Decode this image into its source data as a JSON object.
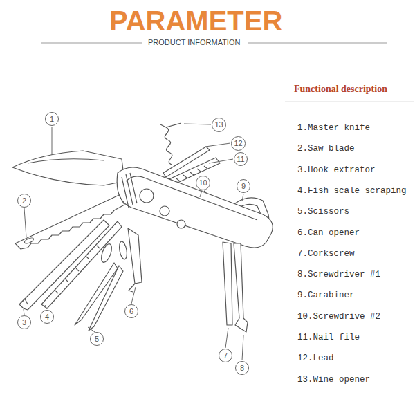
{
  "diagram": {
    "title": "PARAMETER",
    "nodes": [
      {
        "text": [
          "1"
        ]
      },
      {
        "text": [
          "2"
        ]
      },
      {
        "text": [
          "3"
        ]
      },
      {
        "text": [
          "4"
        ]
      },
      {
        "text": [
          "5"
        ]
      },
      {
        "text": [
          "6"
        ]
      },
      {
        "text": [
          "7"
        ]
      },
      {
        "text": [
          "8"
        ]
      },
      {
        "text": [
          "9"
        ]
      },
      {
        "text": [
          "10"
        ]
      },
      {
        "text": [
          "11"
        ]
      },
      {
        "text": [
          "12"
        ]
      },
      {
        "text": [
          "13"
        ]
      }
    ],
    "labels": [
      "PRODUCT INFORMATION",
      "Functional description",
      "1.Master knife",
      "2.Saw blade",
      "3.Hook extrator",
      "4.Fish scale scraping",
      "5.Scissors",
      "6.Can opener",
      "7.Corkscrew",
      "8.Screwdriver #1",
      "9.Carabiner",
      "10.Screwdrive #2",
      "11.Nail file",
      "12.Lead",
      "13.Wine opener"
    ]
  }
}
